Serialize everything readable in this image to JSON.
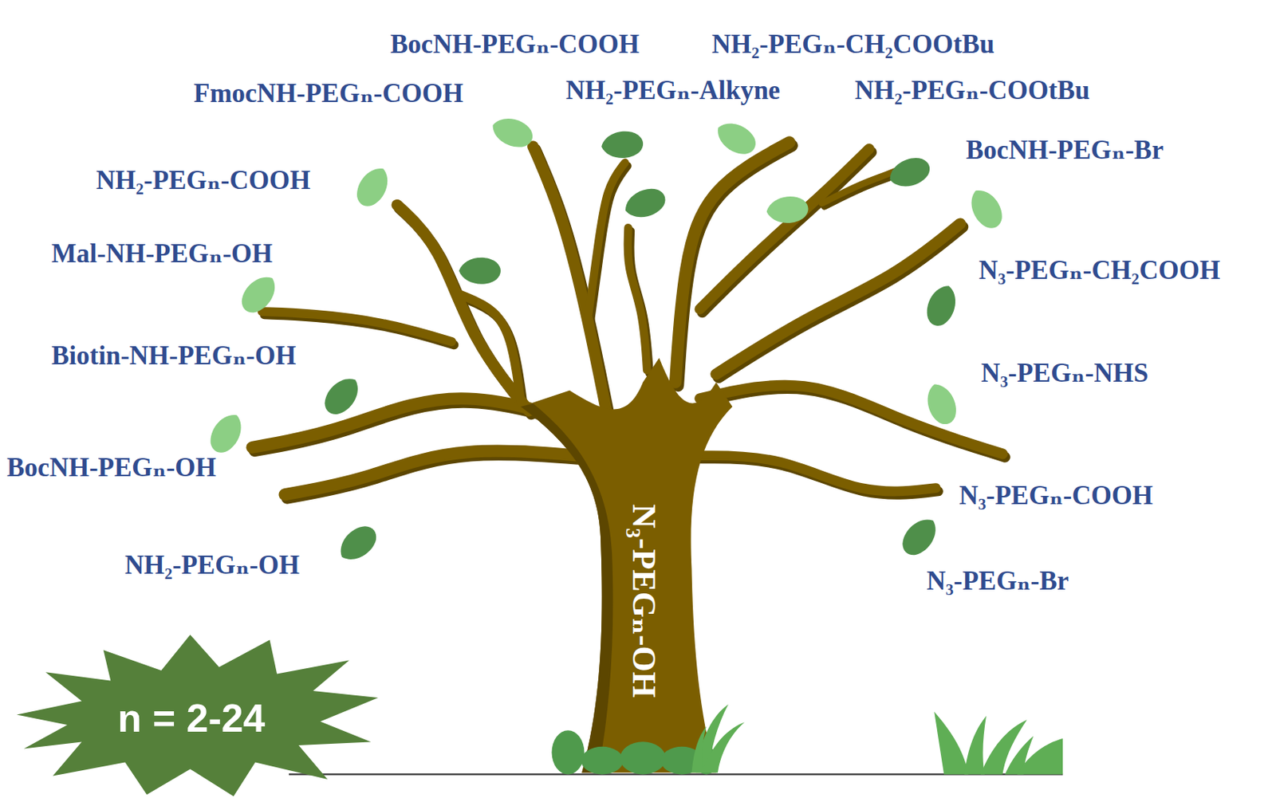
{
  "diagram": {
    "nodes": [
      {
        "text": [
          "N₃-PEGₙ-OH"
        ]
      },
      {
        "text": [
          "n = 2-24"
        ]
      }
    ],
    "labels": [
      "BocNH-PEGₙ-COOH",
      "NH₂-PEGₙ-CH₂COOtBu",
      "FmocNH-PEGₙ-COOH",
      "NH₂-PEGₙ-Alkyne",
      "NH₂-PEGₙ-COOtBu",
      "BocNH-PEGₙ-Br",
      "NH₂-PEGₙ-COOH",
      "Mal-NH-PEGₙ-OH",
      "N₃-PEGₙ-CH₂COOH",
      "Biotin-NH-PEGₙ-OH",
      "N₃-PEGₙ-NHS",
      "BocNH-PEGₙ-OH",
      "N₃-PEGₙ-COOH",
      "NH₂-PEGₙ-OH",
      "N₃-PEGₙ-Br"
    ]
  }
}
